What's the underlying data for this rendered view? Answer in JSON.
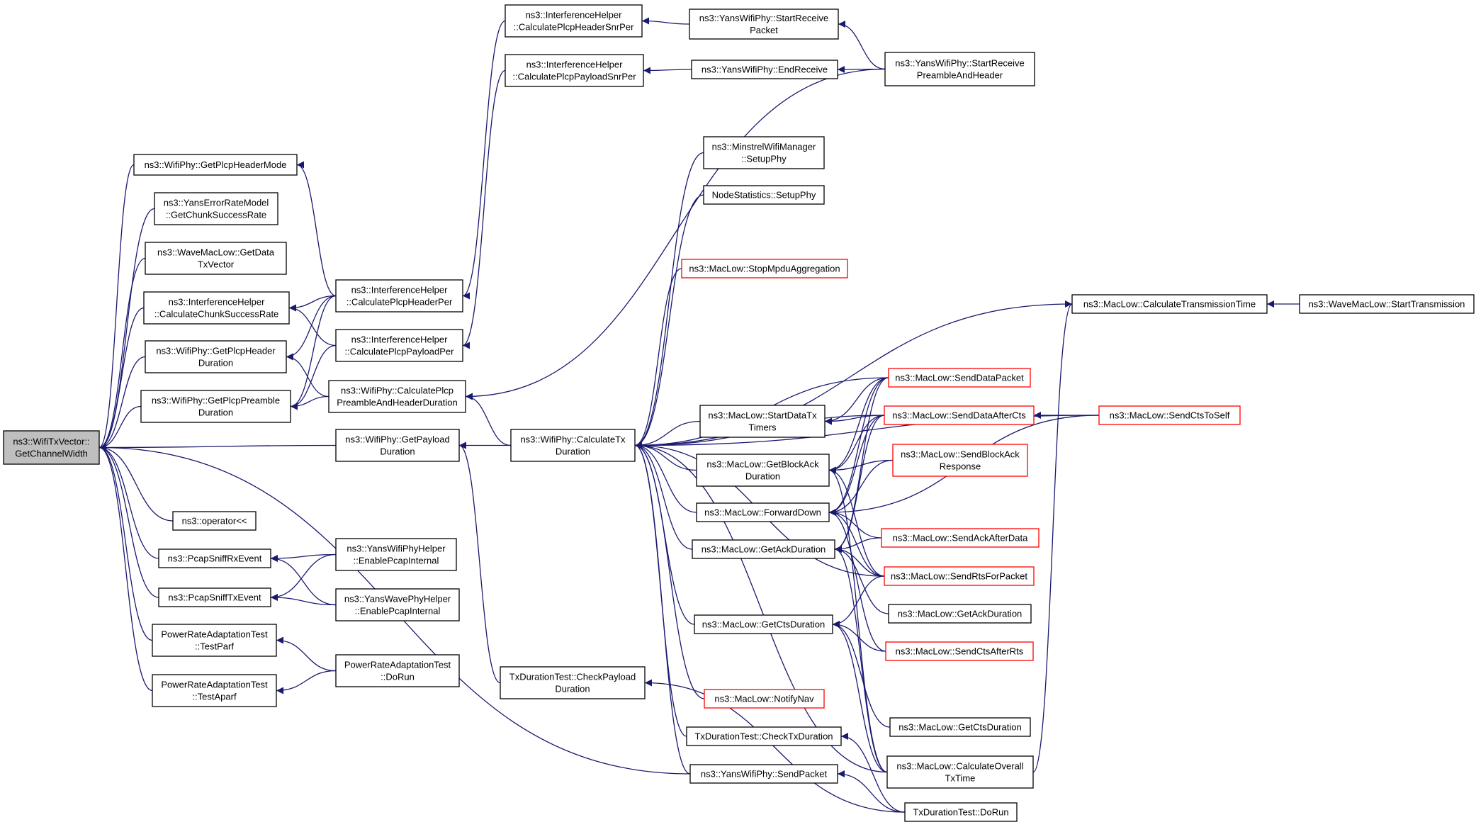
{
  "colors": {
    "edge": "#191970",
    "border": "#000000",
    "border_red": "#ff0000",
    "root_fill": "#bfbfbf",
    "node_fill": "#ffffff"
  },
  "nodes": [
    {
      "id": "root",
      "lines": [
        "ns3::WifiTxVector::",
        "GetChannelWidth"
      ],
      "style": "root"
    },
    {
      "id": "wp_plcphdrmode",
      "lines": [
        "ns3::WifiPhy::GetPlcpHeaderMode"
      ],
      "style": "normal"
    },
    {
      "id": "yans_err",
      "lines": [
        "ns3::YansErrorRateModel",
        "::GetChunkSuccessRate"
      ],
      "style": "normal"
    },
    {
      "id": "wave_getdata",
      "lines": [
        "ns3::WaveMacLow::GetData",
        "TxVector"
      ],
      "style": "normal"
    },
    {
      "id": "ih_chunk",
      "lines": [
        "ns3::InterferenceHelper",
        "::CalculateChunkSuccessRate"
      ],
      "style": "normal"
    },
    {
      "id": "wp_hdrdur",
      "lines": [
        "ns3::WifiPhy::GetPlcpHeader",
        "Duration"
      ],
      "style": "normal"
    },
    {
      "id": "wp_predur",
      "lines": [
        "ns3::WifiPhy::GetPlcpPreamble",
        "Duration"
      ],
      "style": "normal"
    },
    {
      "id": "opstream",
      "lines": [
        "ns3::operator<<"
      ],
      "style": "normal"
    },
    {
      "id": "pcap_rx",
      "lines": [
        "ns3::PcapSniffRxEvent"
      ],
      "style": "normal"
    },
    {
      "id": "pcap_tx",
      "lines": [
        "ns3::PcapSniffTxEvent"
      ],
      "style": "normal"
    },
    {
      "id": "pra_parf",
      "lines": [
        "PowerRateAdaptationTest",
        "::TestParf"
      ],
      "style": "normal"
    },
    {
      "id": "pra_aparf",
      "lines": [
        "PowerRateAdaptationTest",
        "::TestAparf"
      ],
      "style": "normal"
    },
    {
      "id": "ih_hdrper",
      "lines": [
        "ns3::InterferenceHelper",
        "::CalculatePlcpHeaderPer"
      ],
      "style": "normal"
    },
    {
      "id": "ih_payper",
      "lines": [
        "ns3::InterferenceHelper",
        "::CalculatePlcpPayloadPer"
      ],
      "style": "normal"
    },
    {
      "id": "wp_prehdrdur",
      "lines": [
        "ns3::WifiPhy::CalculatePlcp",
        "PreambleAndHeaderDuration"
      ],
      "style": "normal"
    },
    {
      "id": "wp_paydur",
      "lines": [
        "ns3::WifiPhy::GetPayload",
        "Duration"
      ],
      "style": "normal"
    },
    {
      "id": "yans_helper",
      "lines": [
        "ns3::YansWifiPhyHelper",
        "::EnablePcapInternal"
      ],
      "style": "normal"
    },
    {
      "id": "wave_helper",
      "lines": [
        "ns3::YansWavePhyHelper",
        "::EnablePcapInternal"
      ],
      "style": "normal"
    },
    {
      "id": "pra_dorun",
      "lines": [
        "PowerRateAdaptationTest",
        "::DoRun"
      ],
      "style": "normal"
    },
    {
      "id": "ih_hdrsnr",
      "lines": [
        "ns3::InterferenceHelper",
        "::CalculatePlcpHeaderSnrPer"
      ],
      "style": "normal"
    },
    {
      "id": "ih_paysnr",
      "lines": [
        "ns3::InterferenceHelper",
        "::CalculatePlcpPayloadSnrPer"
      ],
      "style": "normal"
    },
    {
      "id": "wp_txdur",
      "lines": [
        "ns3::WifiPhy::CalculateTx",
        "Duration"
      ],
      "style": "normal"
    },
    {
      "id": "txdt_checkpay",
      "lines": [
        "TxDurationTest::CheckPayload",
        "Duration"
      ],
      "style": "normal"
    },
    {
      "id": "ywp_startrecvpkt",
      "lines": [
        "ns3::YansWifiPhy::StartReceive",
        "Packet"
      ],
      "style": "normal"
    },
    {
      "id": "ywp_endrecv",
      "lines": [
        "ns3::YansWifiPhy::EndReceive"
      ],
      "style": "normal"
    },
    {
      "id": "minstrel",
      "lines": [
        "ns3::MinstrelWifiManager",
        "::SetupPhy"
      ],
      "style": "normal"
    },
    {
      "id": "nodestats",
      "lines": [
        "NodeStatistics::SetupPhy"
      ],
      "style": "normal"
    },
    {
      "id": "ml_stopmpdu",
      "lines": [
        "ns3::MacLow::StopMpduAggregation"
      ],
      "style": "red"
    },
    {
      "id": "ml_startdatatx",
      "lines": [
        "ns3::MacLow::StartDataTx",
        "Timers"
      ],
      "style": "normal"
    },
    {
      "id": "ml_getblockack",
      "lines": [
        "ns3::MacLow::GetBlockAck",
        "Duration"
      ],
      "style": "normal"
    },
    {
      "id": "ml_forwarddown",
      "lines": [
        "ns3::MacLow::ForwardDown"
      ],
      "style": "normal"
    },
    {
      "id": "ml_getackdur",
      "lines": [
        "ns3::MacLow::GetAckDuration"
      ],
      "style": "normal"
    },
    {
      "id": "ml_getctsdur",
      "lines": [
        "ns3::MacLow::GetCtsDuration"
      ],
      "style": "normal"
    },
    {
      "id": "ml_notifynav",
      "lines": [
        "ns3::MacLow::NotifyNav"
      ],
      "style": "red"
    },
    {
      "id": "txdt_checktx",
      "lines": [
        "TxDurationTest::CheckTxDuration"
      ],
      "style": "normal"
    },
    {
      "id": "ywp_sendpkt",
      "lines": [
        "ns3::YansWifiPhy::SendPacket"
      ],
      "style": "normal"
    },
    {
      "id": "ywp_startrecvpre",
      "lines": [
        "ns3::YansWifiPhy::StartReceive",
        "PreambleAndHeader"
      ],
      "style": "normal"
    },
    {
      "id": "ml_senddatapkt",
      "lines": [
        "ns3::MacLow::SendDataPacket"
      ],
      "style": "red"
    },
    {
      "id": "ml_senddataaftercts",
      "lines": [
        "ns3::MacLow::SendDataAfterCts"
      ],
      "style": "red"
    },
    {
      "id": "ml_sendblockack",
      "lines": [
        "ns3::MacLow::SendBlockAck",
        "Response"
      ],
      "style": "red"
    },
    {
      "id": "ml_sendackafterdata",
      "lines": [
        "ns3::MacLow::SendAckAfterData"
      ],
      "style": "red"
    },
    {
      "id": "ml_sendrts",
      "lines": [
        "ns3::MacLow::SendRtsForPacket"
      ],
      "style": "red"
    },
    {
      "id": "ml_getackdur2",
      "lines": [
        "ns3::MacLow::GetAckDuration"
      ],
      "style": "normal"
    },
    {
      "id": "ml_sendctsafterrts",
      "lines": [
        "ns3::MacLow::SendCtsAfterRts"
      ],
      "style": "red"
    },
    {
      "id": "ml_getctsdur2",
      "lines": [
        "ns3::MacLow::GetCtsDuration"
      ],
      "style": "normal"
    },
    {
      "id": "ml_calcoverall",
      "lines": [
        "ns3::MacLow::CalculateOverall",
        "TxTime"
      ],
      "style": "normal"
    },
    {
      "id": "txdt_dorun",
      "lines": [
        "TxDurationTest::DoRun"
      ],
      "style": "normal"
    },
    {
      "id": "ml_calctranstime",
      "lines": [
        "ns3::MacLow::CalculateTransmissionTime"
      ],
      "style": "normal"
    },
    {
      "id": "ml_sendctstoself",
      "lines": [
        "ns3::MacLow::SendCtsToSelf"
      ],
      "style": "red"
    },
    {
      "id": "wave_starttrans",
      "lines": [
        "ns3::WaveMacLow::StartTransmission"
      ],
      "style": "normal"
    }
  ],
  "edges": [
    [
      "wp_plcphdrmode",
      "root"
    ],
    [
      "yans_err",
      "root"
    ],
    [
      "wave_getdata",
      "root"
    ],
    [
      "ih_chunk",
      "root"
    ],
    [
      "wp_hdrdur",
      "root"
    ],
    [
      "wp_predur",
      "root"
    ],
    [
      "wp_paydur",
      "root"
    ],
    [
      "opstream",
      "root"
    ],
    [
      "pcap_rx",
      "root"
    ],
    [
      "pcap_tx",
      "root"
    ],
    [
      "pra_parf",
      "root"
    ],
    [
      "pra_aparf",
      "root"
    ],
    [
      "ywp_sendpkt",
      "root"
    ],
    [
      "ih_hdrper",
      "wp_plcphdrmode"
    ],
    [
      "ih_hdrper",
      "ih_chunk"
    ],
    [
      "ih_payper",
      "ih_chunk"
    ],
    [
      "ih_hdrper",
      "wp_hdrdur"
    ],
    [
      "wp_prehdrdur",
      "wp_hdrdur"
    ],
    [
      "ih_hdrper",
      "wp_predur"
    ],
    [
      "ih_payper",
      "wp_predur"
    ],
    [
      "wp_prehdrdur",
      "wp_predur"
    ],
    [
      "ih_hdrsnr",
      "ih_hdrper"
    ],
    [
      "ih_paysnr",
      "ih_payper"
    ],
    [
      "wp_txdur",
      "wp_prehdrdur"
    ],
    [
      "ywp_startrecvpre",
      "wp_prehdrdur"
    ],
    [
      "wp_txdur",
      "wp_paydur"
    ],
    [
      "txdt_checkpay",
      "wp_paydur"
    ],
    [
      "yans_helper",
      "pcap_rx"
    ],
    [
      "wave_helper",
      "pcap_rx"
    ],
    [
      "yans_helper",
      "pcap_tx"
    ],
    [
      "wave_helper",
      "pcap_tx"
    ],
    [
      "pra_dorun",
      "pra_parf"
    ],
    [
      "pra_dorun",
      "pra_aparf"
    ],
    [
      "ywp_startrecvpkt",
      "ih_hdrsnr"
    ],
    [
      "ywp_endrecv",
      "ih_paysnr"
    ],
    [
      "ywp_startrecvpre",
      "ywp_startrecvpkt"
    ],
    [
      "ywp_startrecvpre",
      "ywp_endrecv"
    ],
    [
      "minstrel",
      "wp_txdur"
    ],
    [
      "nodestats",
      "wp_txdur"
    ],
    [
      "ml_stopmpdu",
      "wp_txdur"
    ],
    [
      "ml_startdatatx",
      "wp_txdur"
    ],
    [
      "ml_getblockack",
      "wp_txdur"
    ],
    [
      "ml_forwarddown",
      "wp_txdur"
    ],
    [
      "ml_getackdur",
      "wp_txdur"
    ],
    [
      "ml_getctsdur",
      "wp_txdur"
    ],
    [
      "ml_notifynav",
      "wp_txdur"
    ],
    [
      "txdt_checktx",
      "wp_txdur"
    ],
    [
      "ywp_sendpkt",
      "wp_txdur"
    ],
    [
      "ml_calctranstime",
      "wp_txdur"
    ],
    [
      "ml_senddatapkt",
      "wp_txdur"
    ],
    [
      "ml_sendctstoself",
      "wp_txdur"
    ],
    [
      "ml_sendrts",
      "wp_txdur"
    ],
    [
      "ml_calcoverall",
      "wp_txdur"
    ],
    [
      "ml_senddataaftercts",
      "wp_txdur"
    ],
    [
      "txdt_dorun",
      "txdt_checkpay"
    ],
    [
      "txdt_dorun",
      "txdt_checktx"
    ],
    [
      "ml_senddatapkt",
      "ml_startdatatx"
    ],
    [
      "ml_senddataaftercts",
      "ml_startdatatx"
    ],
    [
      "ml_senddatapkt",
      "ml_getblockack"
    ],
    [
      "ml_senddataaftercts",
      "ml_getblockack"
    ],
    [
      "ml_sendblockack",
      "ml_getblockack"
    ],
    [
      "ml_sendrts",
      "ml_getblockack"
    ],
    [
      "ml_calcoverall",
      "ml_getblockack"
    ],
    [
      "ml_senddatapkt",
      "ml_forwarddown"
    ],
    [
      "ml_senddataaftercts",
      "ml_forwarddown"
    ],
    [
      "ml_sendblockack",
      "ml_forwarddown"
    ],
    [
      "ml_sendackafterdata",
      "ml_forwarddown"
    ],
    [
      "ml_sendrts",
      "ml_forwarddown"
    ],
    [
      "ml_sendctsafterrts",
      "ml_forwarddown"
    ],
    [
      "ml_sendctstoself",
      "ml_forwarddown"
    ],
    [
      "ml_senddatapkt",
      "ml_getackdur"
    ],
    [
      "ml_senddataaftercts",
      "ml_getackdur"
    ],
    [
      "ml_sendackafterdata",
      "ml_getackdur"
    ],
    [
      "ml_sendrts",
      "ml_getackdur"
    ],
    [
      "ml_getackdur2",
      "ml_getackdur"
    ],
    [
      "ml_calcoverall",
      "ml_getackdur"
    ],
    [
      "ml_sendrts",
      "ml_getctsdur"
    ],
    [
      "ml_sendctsafterrts",
      "ml_getctsdur"
    ],
    [
      "ml_getctsdur2",
      "ml_getctsdur"
    ],
    [
      "ml_calcoverall",
      "ml_getctsdur"
    ],
    [
      "ml_sendctstoself",
      "ml_senddataaftercts"
    ],
    [
      "ml_calcoverall",
      "ml_calctranstime"
    ],
    [
      "wave_starttrans",
      "ml_calctranstime"
    ],
    [
      "txdt_dorun",
      "ywp_sendpkt"
    ]
  ]
}
